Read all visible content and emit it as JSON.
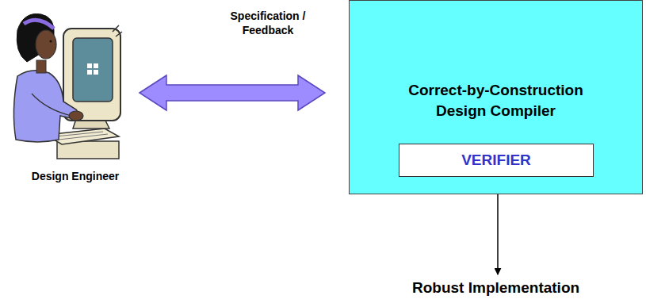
{
  "diagram": {
    "nodes": [
      {
        "text": [
          "Design Engineer"
        ]
      },
      {
        "text": [
          "Correct-by-Construction Design Compiler"
        ]
      },
      {
        "text": [
          "VERIFIER"
        ],
        "in": 1
      },
      {
        "text": [
          "Robust Implementation"
        ]
      }
    ],
    "edges": [
      {
        "from": 0,
        "to": 1,
        "arrow": "both",
        "label": "Specification / Feedback"
      },
      {
        "from": 1,
        "to": 3,
        "arrow": "to"
      }
    ]
  }
}
